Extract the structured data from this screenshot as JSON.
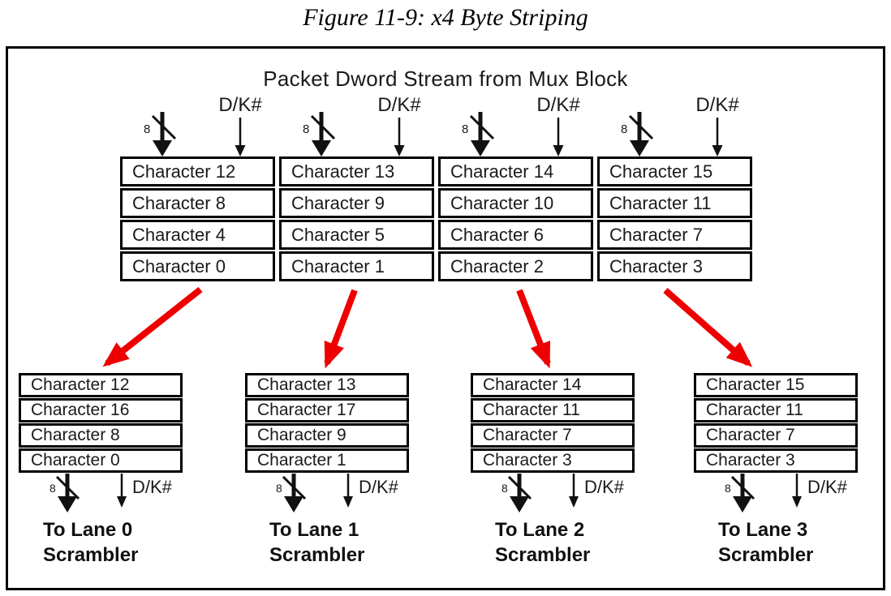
{
  "figure_title": "Figure 11-9: x4 Byte Striping",
  "diagram": {
    "heading": "Packet Dword Stream from Mux Block",
    "bus_width_label": "8",
    "data_kchar_label": "D/K#",
    "main_table": {
      "rows": [
        [
          "Character 12",
          "Character 13",
          "Character 14",
          "Character 15"
        ],
        [
          "Character 8",
          "Character 9",
          "Character 10",
          "Character 11"
        ],
        [
          "Character 4",
          "Character 5",
          "Character 6",
          "Character 7"
        ],
        [
          "Character 0",
          "Character 1",
          "Character 2",
          "Character 3"
        ]
      ]
    },
    "lanes": [
      {
        "rows": [
          "Character 12",
          "Character 16",
          "Character 8",
          "Character 0"
        ],
        "label_line1": "To Lane 0",
        "label_line2": "Scrambler"
      },
      {
        "rows": [
          "Character 13",
          "Character 17",
          "Character 9",
          "Character 1"
        ],
        "label_line1": "To Lane 1",
        "label_line2": "Scrambler"
      },
      {
        "rows": [
          "Character 14",
          "Character 11",
          "Character 7",
          "Character 3"
        ],
        "label_line1": "To Lane 2",
        "label_line2": "Scrambler"
      },
      {
        "rows": [
          "Character 15",
          "Character 11",
          "Character 7",
          "Character 3"
        ],
        "label_line1": "To Lane 3",
        "label_line2": "Scrambler"
      }
    ],
    "colors": {
      "arrow_red": "#ee0000",
      "line_black": "#111111"
    }
  }
}
